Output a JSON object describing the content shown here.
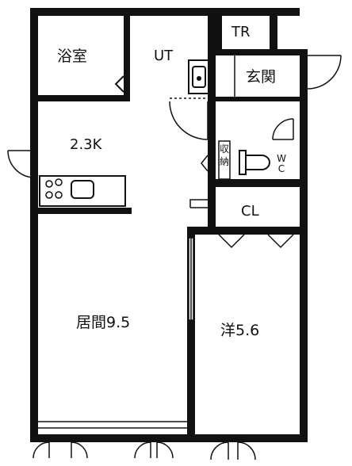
{
  "rooms": {
    "bathroom": "浴室",
    "utility": "UT",
    "trunk_room": "TR",
    "entrance": "玄関",
    "kitchen": "2.3K",
    "storage": "収納",
    "toilet": "WC",
    "closet": "CL",
    "living": "居間9.5",
    "western_room": "洋5.6"
  },
  "icons": [
    "sink-icon",
    "stove-icon",
    "toilet-icon",
    "washbasin-icon",
    "door-swing-icon",
    "sliding-door-icon",
    "closet-folding-door-icon"
  ]
}
